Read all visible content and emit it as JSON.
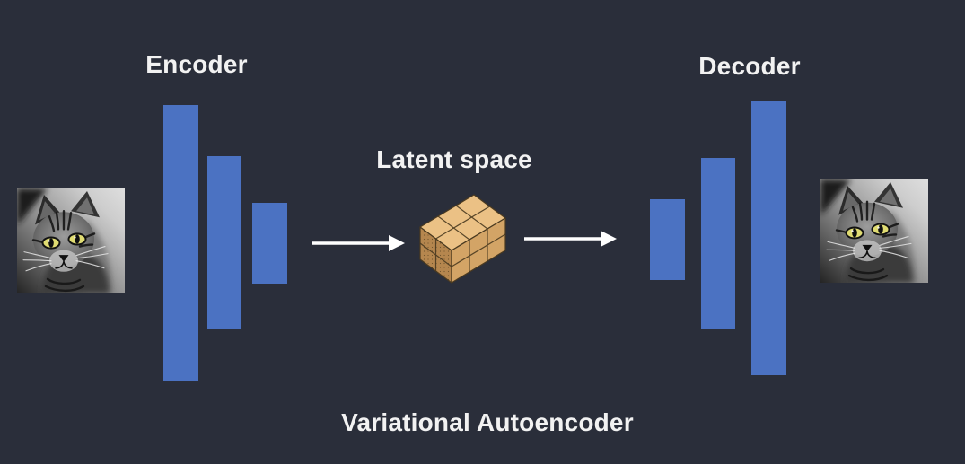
{
  "slide": {
    "title": "Variational Autoencoder",
    "encoder_label": "Encoder",
    "decoder_label": "Decoder",
    "latent_label": "Latent space"
  },
  "images": {
    "input_cat": "grayscale tabby cat photo (encoder input)",
    "output_cat": "grayscale tabby cat photo (decoder output)"
  },
  "colors": {
    "background": "#2a2e3a",
    "bar_blue": "#4b72c2",
    "text": "#f2f2f2",
    "arrow": "#ffffff",
    "cube_top": "#ebc185",
    "cube_right": "#d3a466",
    "cube_left": "#b5864e",
    "cube_edge": "#4a3a20",
    "cat_eye": "#e0dc72"
  }
}
